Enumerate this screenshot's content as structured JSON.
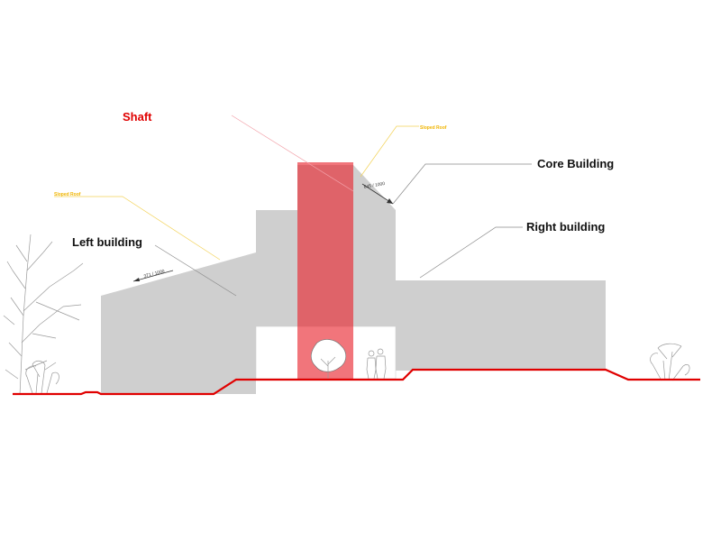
{
  "labels": {
    "shaft": "Shaft",
    "core_building": "Core Building",
    "left_building": "Left building",
    "right_building": "Right building",
    "sloped_roof_left": "Sloped Roof",
    "sloped_roof_core": "Sloped Roof"
  },
  "dimensions": {
    "left_roof": "371 / 1000",
    "core_roof": "645 / 1000"
  },
  "colors": {
    "building_fill": "#cfcfcf",
    "shaft_fill": "#e8202a",
    "ground_line": "#e00000",
    "shaft_label": "#e00000",
    "sloped_roof_label": "#f0b400",
    "leader_dark": "#8a8a8a",
    "leader_yellow": "#f3d35a",
    "leader_pink": "#f2a0a8"
  }
}
